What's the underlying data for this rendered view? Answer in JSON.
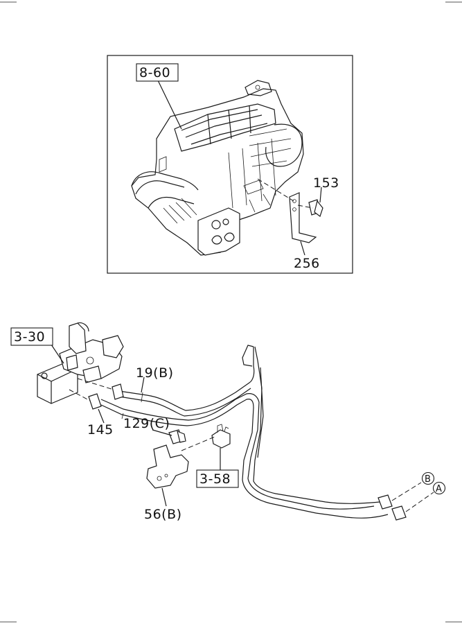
{
  "callouts": {
    "heater_unit_ref": "8-60",
    "bolt": "153",
    "bracket": "256",
    "heater_valve_ref": "3-30",
    "hose_b": "19(B)",
    "hose_145": "145",
    "bolt_c": "129(C)",
    "bracket_b": "56(B)",
    "clip_ref": "3-58",
    "connector_b": "B",
    "connector_a": "A"
  }
}
